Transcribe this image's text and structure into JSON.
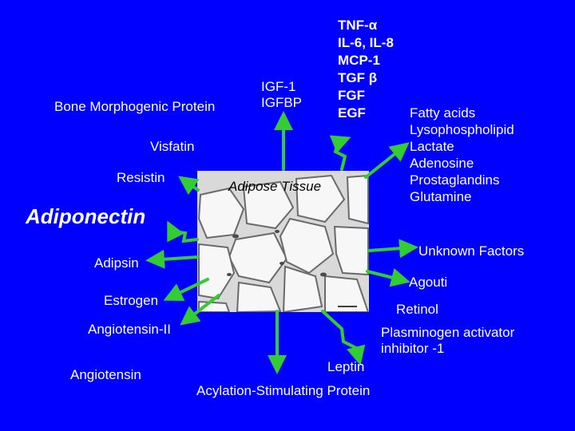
{
  "center": {
    "title": "Adipose Tissue"
  },
  "factors": {
    "bone_morphogenic": "Bone Morphogenic Protein",
    "igf_lines": [
      "IGF-1",
      "IGFBP"
    ],
    "cytokine_lines": [
      "TNF-α",
      "IL-6, IL-8",
      "MCP-1",
      "TGF β",
      "FGF",
      "EGF"
    ],
    "lipid_lines": [
      "Fatty acids",
      "Lysophospholipid",
      "Lactate",
      "Adenosine",
      "Prostaglandins",
      "Glutamine"
    ],
    "visfatin": "Visfatin",
    "resistin": "Resistin",
    "adiponectin": "Adiponectin",
    "adipsin": "Adipsin",
    "estrogen": "Estrogen",
    "angiotensin_ii": "Angiotensin-II",
    "angiotensin": "Angiotensin",
    "asp": "Acylation-Stimulating Protein",
    "leptin": "Leptin",
    "pai_lines": [
      "Plasminogen activator",
      "inhibitor -1"
    ],
    "retinol": "Retinol",
    "agouti": "Agouti",
    "unknown": "Unknown Factors"
  },
  "colors": {
    "background": "#0000ff",
    "text": "#ffffff",
    "arrow": "#33cc33"
  }
}
